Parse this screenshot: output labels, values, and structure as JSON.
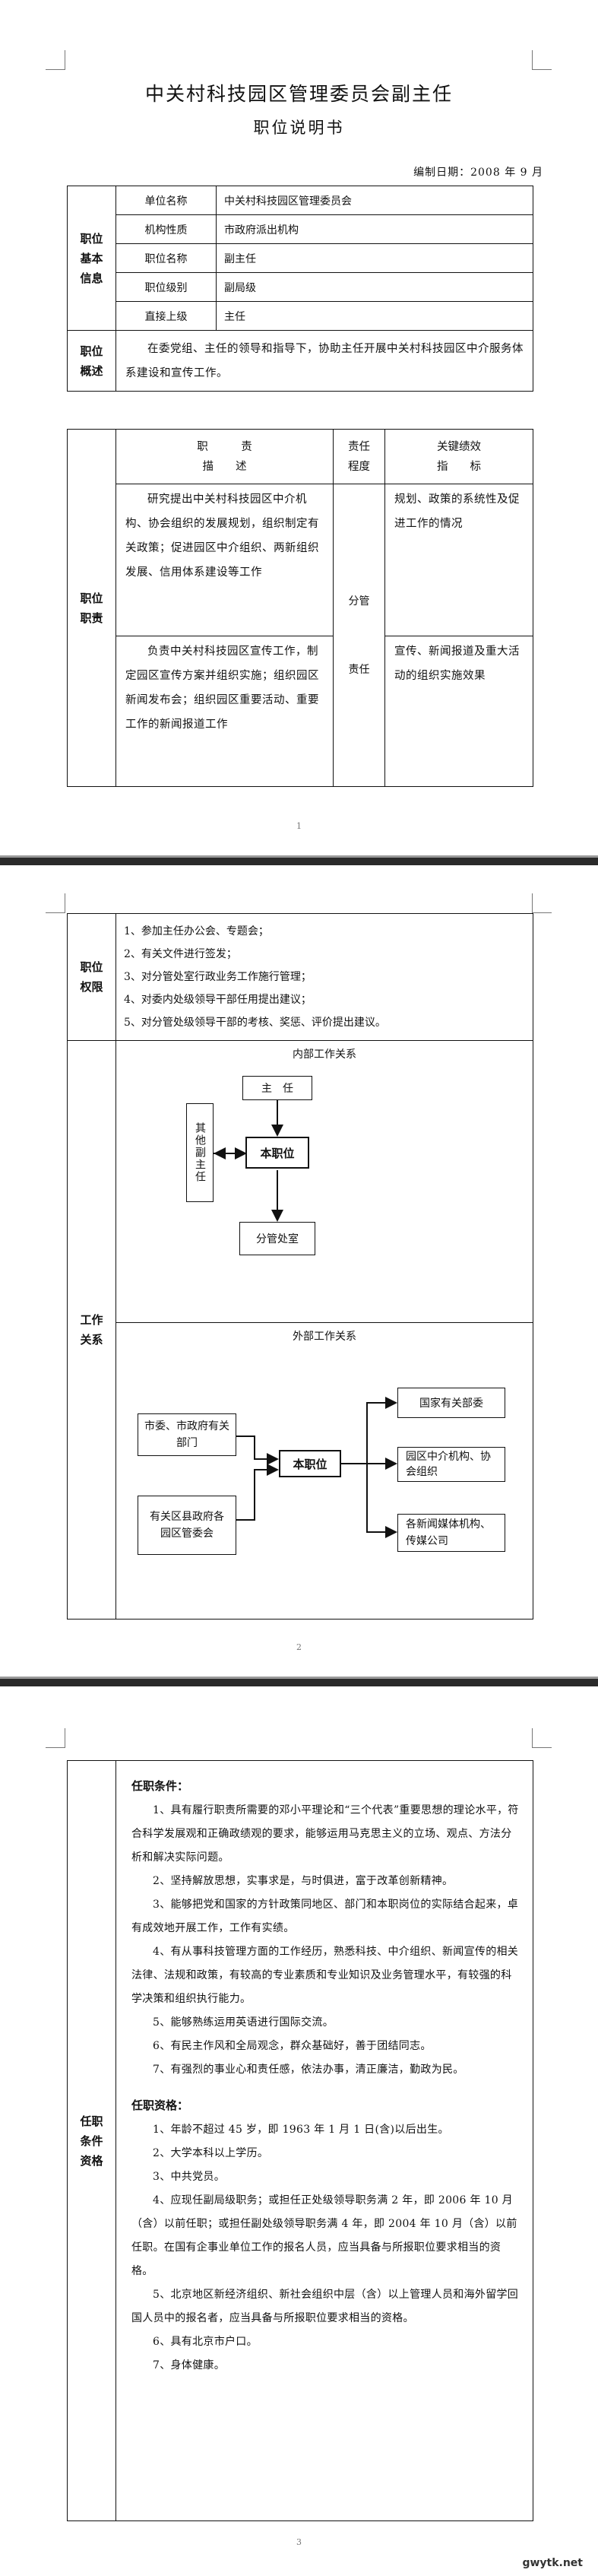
{
  "doc": {
    "title": "中关村科技园区管理委员会副主任",
    "subtitle": "职位说明书",
    "date": "编制日期：2008 年 9 月"
  },
  "basic": {
    "label": "职位基本信息",
    "rows": [
      {
        "k": "单位名称",
        "v": "中关村科技园区管理委员会"
      },
      {
        "k": "机构性质",
        "v": "市政府派出机构"
      },
      {
        "k": "职位名称",
        "v": "副主任"
      },
      {
        "k": "职位级别",
        "v": "副局级"
      },
      {
        "k": "直接上级",
        "v": "主任"
      }
    ]
  },
  "summary": {
    "label": "职位概述",
    "text": "在委党组、主任的领导和指导下，协助主任开展中关村科技园区中介服务体系建设和宣传工作。"
  },
  "duties": {
    "label": "职位职责",
    "header_duty": "职　责\n描　述",
    "header_level": "责任\n程度",
    "header_kpi": "关键绩效\n指　标",
    "items": [
      {
        "desc": "研究提出中关村科技园区中介机构、协会组织的发展规划，组织制定有关政策；促进园区中介组织、两新组织发展、信用体系建设等工作",
        "level": "",
        "kpi": "规划、政策的系统性及促进工作的情况"
      },
      {
        "desc": "负责中关村科技园区宣传工作，制定园区宣传方案并组织实施；组织园区新闻发布会；组织园区重要活动、重要工作的新闻报道工作",
        "level": "",
        "kpi": "宣传、新闻报道及重大活动的组织实施效果"
      }
    ],
    "level_a": "分管",
    "level_b": "责任"
  },
  "pages": {
    "p1": "1",
    "p2": "2",
    "p3": "3"
  },
  "authority": {
    "label": "职位权限",
    "items": [
      "1、参加主任办公会、专题会；",
      "2、有关文件进行签发；",
      "3、对分管处室行政业务工作施行管理；",
      "4、对委内处级领导干部任用提出建议；",
      "5、对分管处级领导干部的考核、奖惩、评价提出建议。"
    ]
  },
  "relations": {
    "label": "工作关系",
    "internal_title": "内部工作关系",
    "external_title": "外部工作关系",
    "director": "主　任",
    "self": "本职位",
    "other_deputies": "其他副主任",
    "division": "分管处室",
    "ext_left": [
      "市委、市政府有关部门",
      "有关区县政府各园区管委会"
    ],
    "ext_right": [
      "国家有关部委",
      "园区中介机构、协会组织",
      "各新闻媒体机构、传媒公司"
    ]
  },
  "qualifications": {
    "label": "任职条件资格",
    "cond_title": "任职条件：",
    "conditions": [
      "1、具有履行职责所需要的邓小平理论和“三个代表”重要思想的理论水平，符合科学发展观和正确政绩观的要求，能够运用马克思主义的立场、观点、方法分析和解决实际问题。",
      "2、坚持解放思想，实事求是，与时俱进，富于改革创新精神。",
      "3、能够把党和国家的方针政策同地区、部门和本职岗位的实际结合起来，卓有成效地开展工作，工作有实绩。",
      "4、有从事科技管理方面的工作经历，熟悉科技、中介组织、新闻宣传的相关法律、法规和政策，有较高的专业素质和专业知识及业务管理水平，有较强的科学决策和组织执行能力。",
      "5、能够熟练运用英语进行国际交流。",
      "6、有民主作风和全局观念，群众基础好，善于团结同志。",
      "7、有强烈的事业心和责任感，依法办事，清正廉洁，勤政为民。"
    ],
    "qual_title": "任职资格：",
    "quals": [
      "1、年龄不超过 45 岁，即 1963 年 1 月 1 日(含)以后出生。",
      "2、大学本科以上学历。",
      "3、中共党员。",
      "4、应现任副局级职务；或担任正处级领导职务满 2 年，即 2006 年 10 月（含）以前任职；或担任副处级领导职务满 4 年，即 2004 年 10 月（含）以前任职。在国有企事业单位工作的报名人员，应当具备与所报职位要求相当的资格。",
      "5、北京地区新经济组织、新社会组织中层（含）以上管理人员和海外留学回国人员中的报名者，应当具备与所报职位要求相当的资格。",
      "6、具有北京市户口。",
      "7、身体健康。"
    ]
  },
  "footer": "gwytk.net"
}
